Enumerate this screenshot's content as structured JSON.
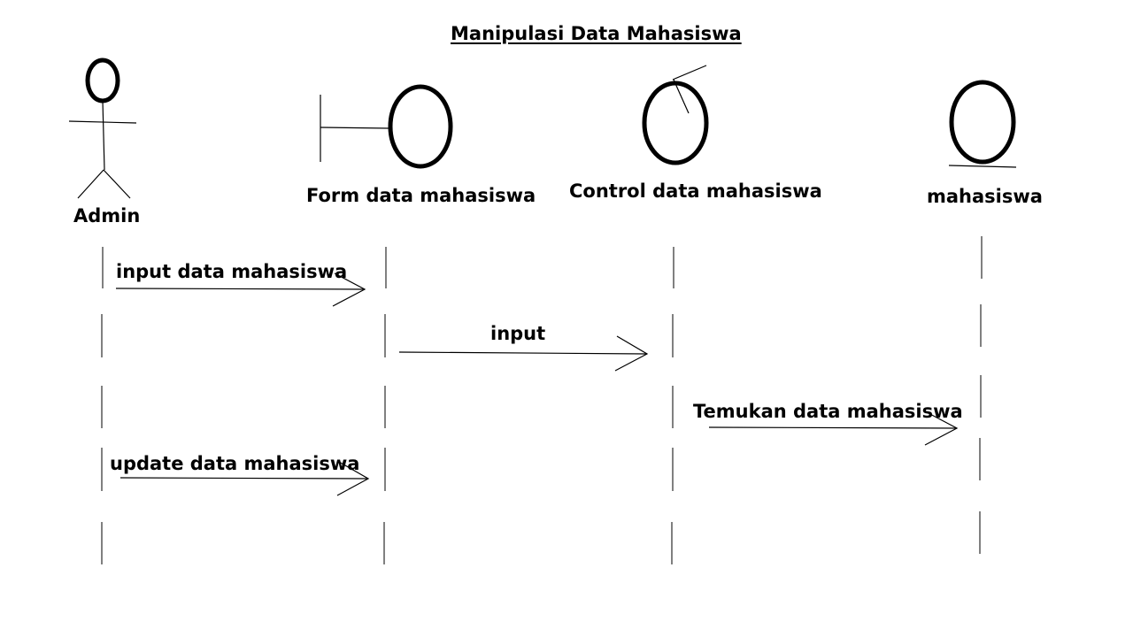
{
  "title": "Manipulasi Data Mahasiswa",
  "participants": [
    {
      "kind": "actor",
      "label": "Admin"
    },
    {
      "kind": "boundary",
      "label": "Form data mahasiswa"
    },
    {
      "kind": "control",
      "label": "Control data mahasiswa"
    },
    {
      "kind": "entity",
      "label": "mahasiswa"
    }
  ],
  "messages": [
    {
      "from": "Admin",
      "to": "Form data mahasiswa",
      "label": "input data mahasiswa"
    },
    {
      "from": "Form data mahasiswa",
      "to": "Control data mahasiswa",
      "label": "input"
    },
    {
      "from": "Control data mahasiswa",
      "to": "mahasiswa",
      "label": "Temukan data mahasiswa"
    },
    {
      "from": "Admin",
      "to": "Form data mahasiswa",
      "label": "update data mahasiswa"
    }
  ]
}
